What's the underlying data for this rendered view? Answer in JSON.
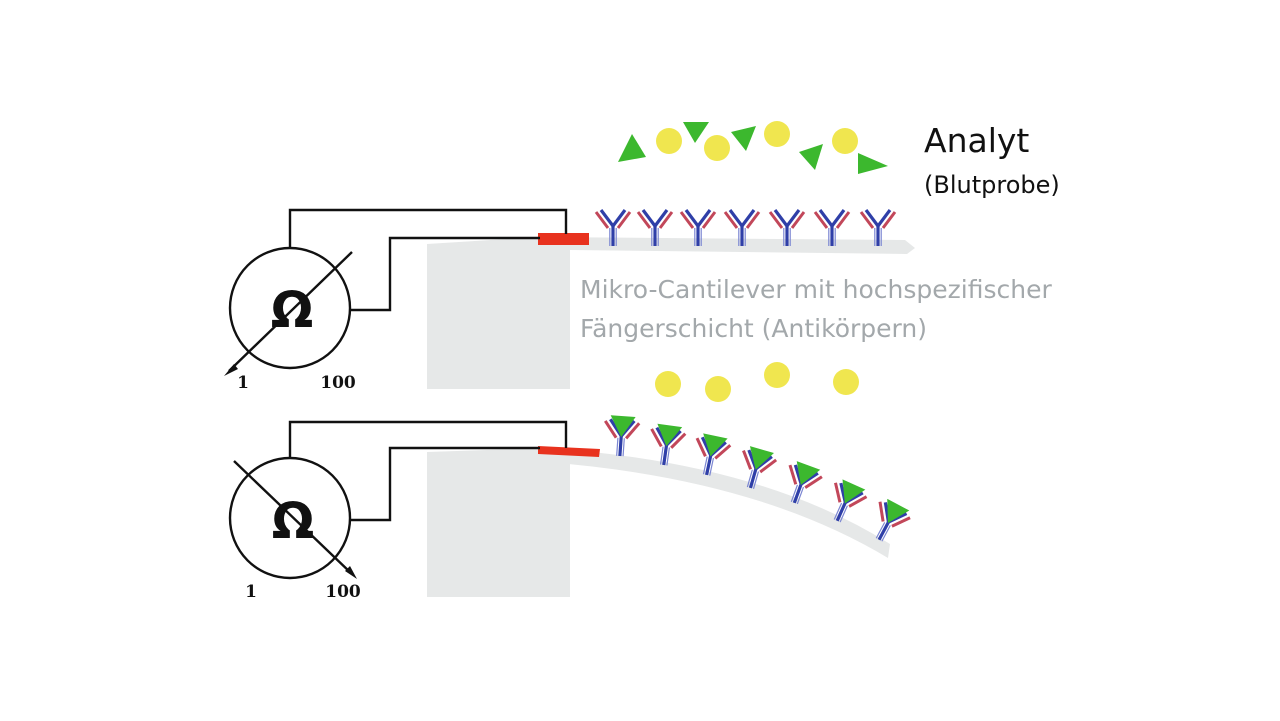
{
  "labels": {
    "analyt_title": "Analyt",
    "analyt_subtitle": "(Blutprobe)",
    "cantilever_line1": "Mikro-Cantilever mit hochspezifischer",
    "cantilever_line2": "Fängerschicht (Antikörpern)"
  },
  "meters": {
    "top": {
      "symbol": "Ω",
      "scale_min": "1",
      "scale_max": "100"
    },
    "bottom": {
      "symbol": "Ω",
      "scale_min": "1",
      "scale_max": "100"
    }
  },
  "colors": {
    "antigen_triangle": "#3cb82e",
    "free_molecule": "#f0e64f",
    "antibody_blue": "#2f3fa8",
    "antibody_red": "#c2475a",
    "piezo_resistor": "#e8321e",
    "cantilever": "#e6e8e8",
    "wire": "#111111"
  },
  "icons": [
    "ohmmeter-icon",
    "antibody-icon",
    "antigen-triangle-icon",
    "molecule-circle-icon"
  ]
}
